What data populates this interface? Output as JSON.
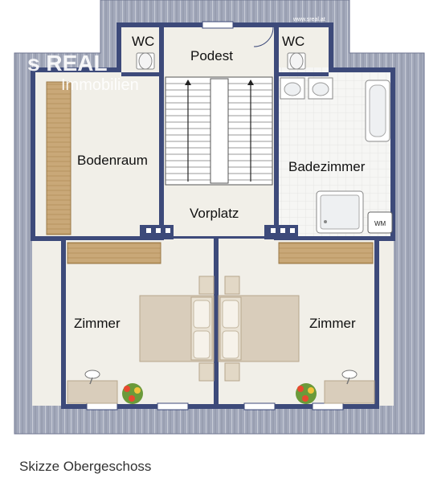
{
  "watermark": {
    "logo": "s REAL",
    "subtitle": "Immobilien",
    "url": "www.sreal.at"
  },
  "rooms": {
    "wc_left": "WC",
    "podest": "Podest",
    "wc_right": "WC",
    "bodenraum": "Bodenraum",
    "badezimmer": "Badezimmer",
    "vorplatz": "Vorplatz",
    "zimmer_left": "Zimmer",
    "zimmer_right": "Zimmer"
  },
  "appliances": {
    "washing_machine": "WM"
  },
  "caption": "Skizze Obergeschoss",
  "colors": {
    "wall": "#3d4a7a",
    "roof": "#9aa1b4",
    "floor": "#f1efe8",
    "bed": "#d9cdbb",
    "wood": "#c9a878"
  }
}
